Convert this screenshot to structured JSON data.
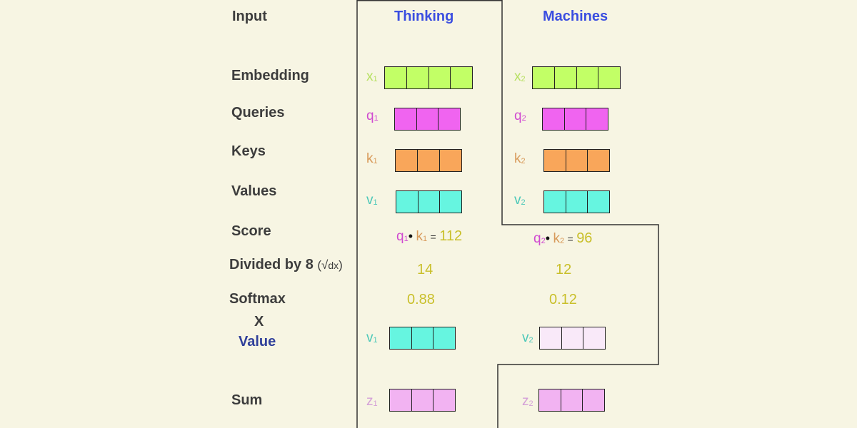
{
  "rows": {
    "input": "Input",
    "embedding": "Embedding",
    "queries": "Queries",
    "keys": "Keys",
    "values": "Values",
    "score": "Score",
    "divided": "Divided by 8",
    "sqrt_label": "dx",
    "softmax": "Softmax",
    "times": "X",
    "value": "Value",
    "sum": "Sum"
  },
  "words": [
    "Thinking",
    "Machines"
  ],
  "vectors": {
    "x1": {
      "letter": "x",
      "sub": "1"
    },
    "x2": {
      "letter": "x",
      "sub": "2"
    },
    "q1": {
      "letter": "q",
      "sub": "1"
    },
    "q2": {
      "letter": "q",
      "sub": "2"
    },
    "k1": {
      "letter": "k",
      "sub": "1"
    },
    "k2": {
      "letter": "k",
      "sub": "2"
    },
    "v1": {
      "letter": "v",
      "sub": "1"
    },
    "v2": {
      "letter": "v",
      "sub": "2"
    },
    "z1": {
      "letter": "z",
      "sub": "1"
    },
    "z2": {
      "letter": "z",
      "sub": "2"
    }
  },
  "scores": {
    "s1": {
      "q": "q",
      "qs": "1",
      "k": "k",
      "ks": "1",
      "eq": "=",
      "value": "112"
    },
    "s2": {
      "q": "q",
      "qs": "2",
      "k": "k",
      "ks": "2",
      "eq": "=",
      "value": "96"
    }
  },
  "divided_values": [
    "14",
    "12"
  ],
  "softmax_values": [
    "0.88",
    "0.12"
  ],
  "colors": {
    "background": "#f7f5e3",
    "embedding": "#c2ff66",
    "query": "#f064f0",
    "key": "#f9a65a",
    "value": "#66f5e0",
    "value_weighted_low": "#f9e9f9",
    "sum": "#f2b3f2",
    "number": "#c9bf2a",
    "word": "#3b4ee0"
  }
}
